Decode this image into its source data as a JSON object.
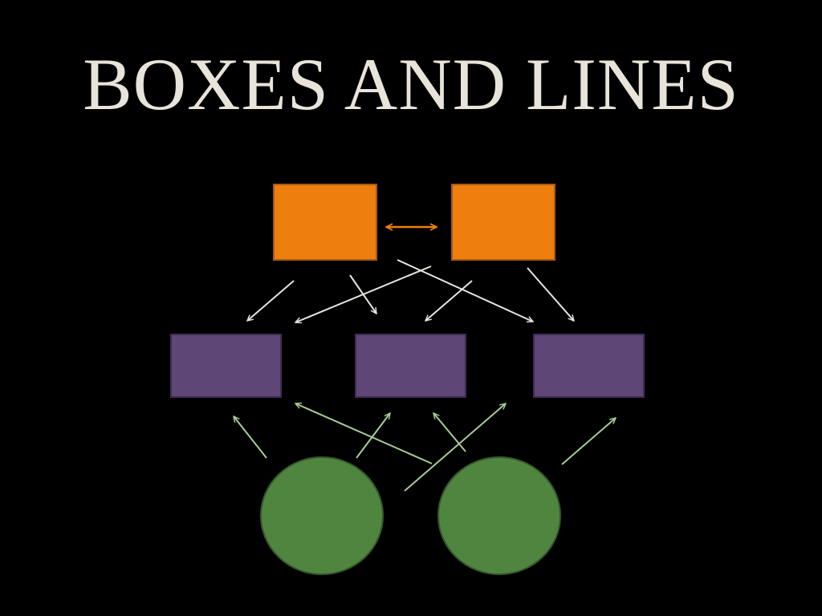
{
  "slide": {
    "title": "BOXES AND LINES"
  },
  "colors": {
    "background": "#000000",
    "title_text": "#e8e4da",
    "orange_box_fill": "#ee7f0e",
    "orange_box_stroke": "#a55a12",
    "purple_box_fill": "#5e4677",
    "purple_box_stroke": "#3e2d52",
    "green_circle_fill": "#508540",
    "green_circle_stroke": "#35592a",
    "double_arrow": "#ee7f0e",
    "white_arrow": "#e6e6e0",
    "green_arrow": "#a8cc96"
  },
  "diagram": {
    "node_groups": [
      {
        "shape": "rectangle",
        "color": "orange",
        "count": 2
      },
      {
        "shape": "rectangle",
        "color": "purple",
        "count": 3
      },
      {
        "shape": "circle",
        "color": "green",
        "count": 2
      }
    ],
    "connectors": [
      {
        "style": "double-headed",
        "color": "orange",
        "from": "orange-box-1",
        "to": "orange-box-2"
      },
      {
        "style": "arrow",
        "color": "white",
        "from": "orange-box-1",
        "to": "purple-box-1"
      },
      {
        "style": "arrow",
        "color": "white",
        "from": "orange-box-1",
        "to": "purple-box-2"
      },
      {
        "style": "arrow",
        "color": "white",
        "from": "orange-box-1",
        "to": "purple-box-3"
      },
      {
        "style": "arrow",
        "color": "white",
        "from": "orange-box-2",
        "to": "purple-box-1"
      },
      {
        "style": "arrow",
        "color": "white",
        "from": "orange-box-2",
        "to": "purple-box-2"
      },
      {
        "style": "arrow",
        "color": "white",
        "from": "orange-box-2",
        "to": "purple-box-3"
      },
      {
        "style": "arrow",
        "color": "green",
        "from": "green-circle-1",
        "to": "purple-box-1"
      },
      {
        "style": "arrow",
        "color": "green",
        "from": "green-circle-1",
        "to": "purple-box-2"
      },
      {
        "style": "arrow",
        "color": "green",
        "from": "green-circle-1",
        "to": "purple-box-3"
      },
      {
        "style": "arrow",
        "color": "green",
        "from": "green-circle-2",
        "to": "purple-box-1"
      },
      {
        "style": "arrow",
        "color": "green",
        "from": "green-circle-2",
        "to": "purple-box-2"
      },
      {
        "style": "arrow",
        "color": "green",
        "from": "green-circle-2",
        "to": "purple-box-3"
      }
    ]
  }
}
